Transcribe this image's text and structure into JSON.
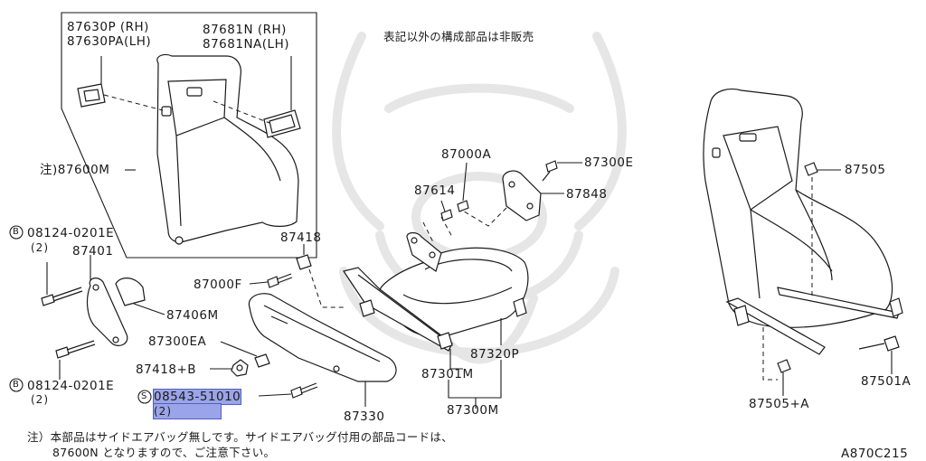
{
  "diagram": {
    "note_top": "表記以外の構成部品は非販売",
    "callouts": {
      "p87630p": "87630P (RH)",
      "p87630pa": "87630PA(LH)",
      "p87681n": "87681N (RH)",
      "p87681na": "87681NA(LH)",
      "p87600m": "注)87600M",
      "b08124_top": "08124-0201E",
      "b08124_top_qty": "(2)",
      "p87401": "87401",
      "p87406m": "87406M",
      "p87418": "87418",
      "p87000f": "87000F",
      "p87300ea": "87300EA",
      "p87418b": "87418+B",
      "b08124_bot": "08124-0201E",
      "b08124_bot_qty": "(2)",
      "s08543": "08543-51010",
      "s08543_qty": "(2)",
      "p87330": "87330",
      "p87000a": "87000A",
      "p87614": "87614",
      "p87300e": "87300E",
      "p87848": "87848",
      "p87320p": "87320P",
      "p87301m": "87301M",
      "p87300m": "87300M",
      "p87505": "87505",
      "p87505a": "87505+A",
      "p87501a": "87501A"
    },
    "symbols": {
      "bolt_b": "B",
      "screw_s": "S"
    },
    "footnote_line1": "注）本部品はサイドエアバッグ無しです。サイドエアバッグ付用の部品コードは、",
    "footnote_line2": "87600N となりますので、ご注意下さい。",
    "figure_code": "A870C215",
    "highlight_color": "#9aa4e8"
  }
}
